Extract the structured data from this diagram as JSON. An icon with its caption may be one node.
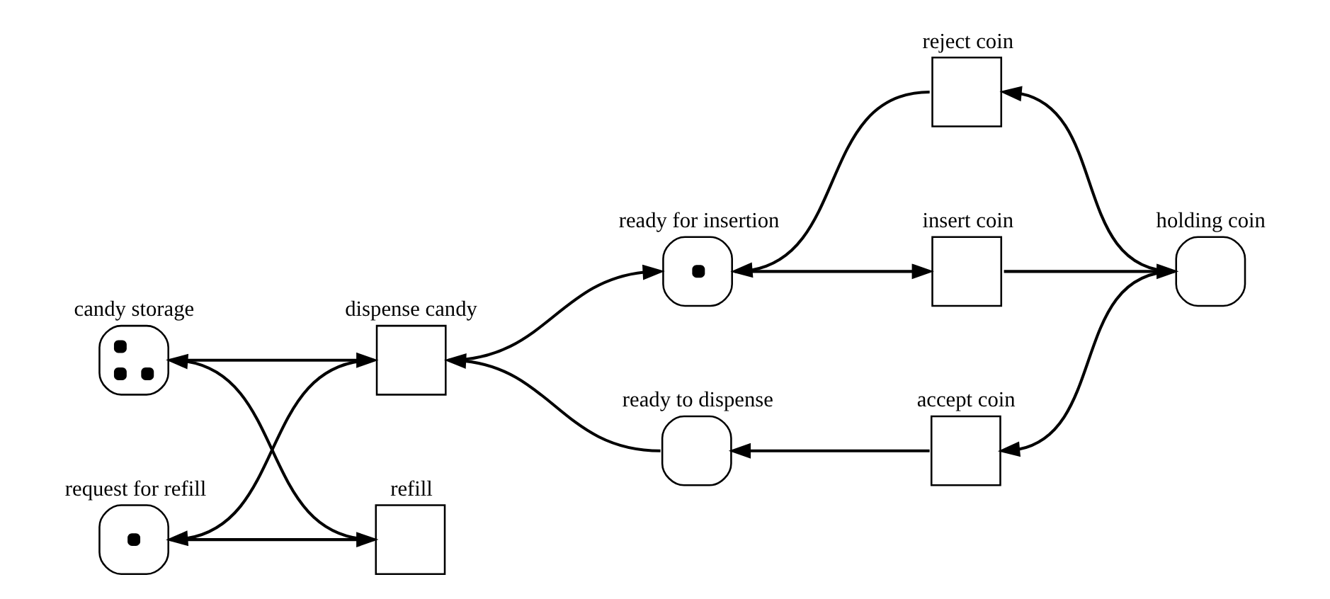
{
  "diagram": {
    "nodes": [
      {
        "text": [
          "candy storage"
        ]
      },
      {
        "text": [
          "ready for insertion"
        ]
      },
      {
        "text": [
          "insert coin"
        ]
      },
      {
        "text": [
          "refill"
        ]
      },
      {
        "text": [
          "dispense candy"
        ]
      },
      {
        "text": [
          "holding coin"
        ]
      },
      {
        "text": [
          "reject coin"
        ]
      },
      {
        "text": [
          "request for refill"
        ]
      },
      {
        "text": [
          "ready to dispense"
        ]
      },
      {
        "text": [
          "accept coin"
        ]
      }
    ],
    "edges": [
      {
        "from": 3,
        "to": 0,
        "arrow": "to"
      },
      {
        "from": 0,
        "to": 4,
        "arrow": "to"
      },
      {
        "from": 4,
        "to": 7,
        "arrow": "to"
      },
      {
        "from": 7,
        "to": 3,
        "arrow": "to"
      },
      {
        "from": 4,
        "to": 1,
        "arrow": "to"
      },
      {
        "from": 1,
        "to": 2,
        "arrow": "to"
      },
      {
        "from": 2,
        "to": 5,
        "arrow": "to"
      },
      {
        "from": 5,
        "to": 6,
        "arrow": "to"
      },
      {
        "from": 6,
        "to": 1,
        "arrow": "to"
      },
      {
        "from": 5,
        "to": 9,
        "arrow": "to"
      },
      {
        "from": 9,
        "to": 8,
        "arrow": "to"
      },
      {
        "from": 8,
        "to": 4,
        "arrow": "to"
      }
    ]
  }
}
